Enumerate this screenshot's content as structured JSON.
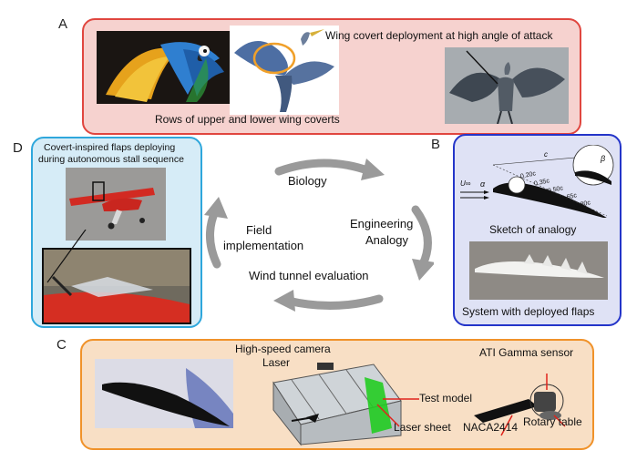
{
  "panel_letters": {
    "a": "A",
    "b": "B",
    "c": "C",
    "d": "D"
  },
  "panel_a": {
    "caption_top": "Wing covert deployment at high angle of attack",
    "caption_bottom": "Rows of upper and lower wing coverts"
  },
  "panel_b": {
    "caption_sketch": "Sketch of analogy",
    "caption_system": "System with deployed flaps",
    "sketch_labels": [
      "0.20c",
      "0.35c",
      "0.50c",
      "0.65c",
      "0.80c"
    ],
    "chord_label": "c",
    "alpha_label": "α",
    "freestream_label": "U∞",
    "beta_label": "β"
  },
  "panel_c": {
    "camera": "High-speed camera",
    "laser": "Laser",
    "test_model": "Test model",
    "laser_sheet": "Laser sheet",
    "sensor": "ATI Gamma sensor",
    "rotary": "Rotary table",
    "naca": "NACA2414"
  },
  "panel_d": {
    "caption_line1": "Covert-inspired flaps deploying",
    "caption_line2": "during autonomous stall sequence"
  },
  "cycle": {
    "biology": "Biology",
    "engineering_line1": "Engineering",
    "engineering_line2": "Analogy",
    "wind_tunnel": "Wind tunnel evaluation",
    "field_line1": "Field",
    "field_line2": "implementation"
  },
  "colors": {
    "panel_a_border": "#e0463f",
    "panel_b_border": "#2435c9",
    "panel_c_border": "#f0922a",
    "panel_d_border": "#2ea7dc",
    "arrow_gray": "#9a9a9a"
  }
}
